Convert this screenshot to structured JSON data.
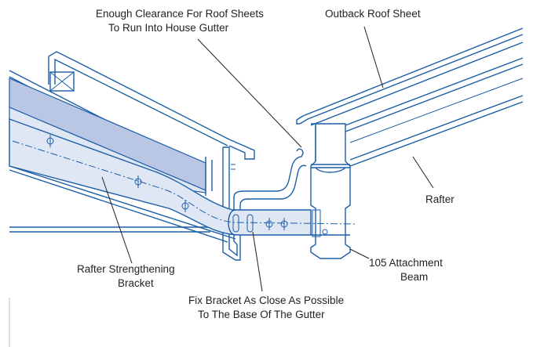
{
  "labels": {
    "clearance_line1": "Enough Clearance For Roof Sheets",
    "clearance_line2": "To Run Into House Gutter",
    "outback_roof_sheet": "Outback Roof Sheet",
    "rafter": "Rafter",
    "strengthening_line1": "Rafter Strengthening",
    "strengthening_line2": "Bracket",
    "attachment_line1": "105 Attachment",
    "attachment_line2": "Beam",
    "fix_line1": "Fix Bracket As Close As Possible",
    "fix_line2": "To The Base Of The Gutter"
  },
  "colors": {
    "line": "#1b5ea8",
    "fill_dark": "#b9c6e4",
    "fill_light": "#dfe6f4",
    "text": "#231f20"
  }
}
